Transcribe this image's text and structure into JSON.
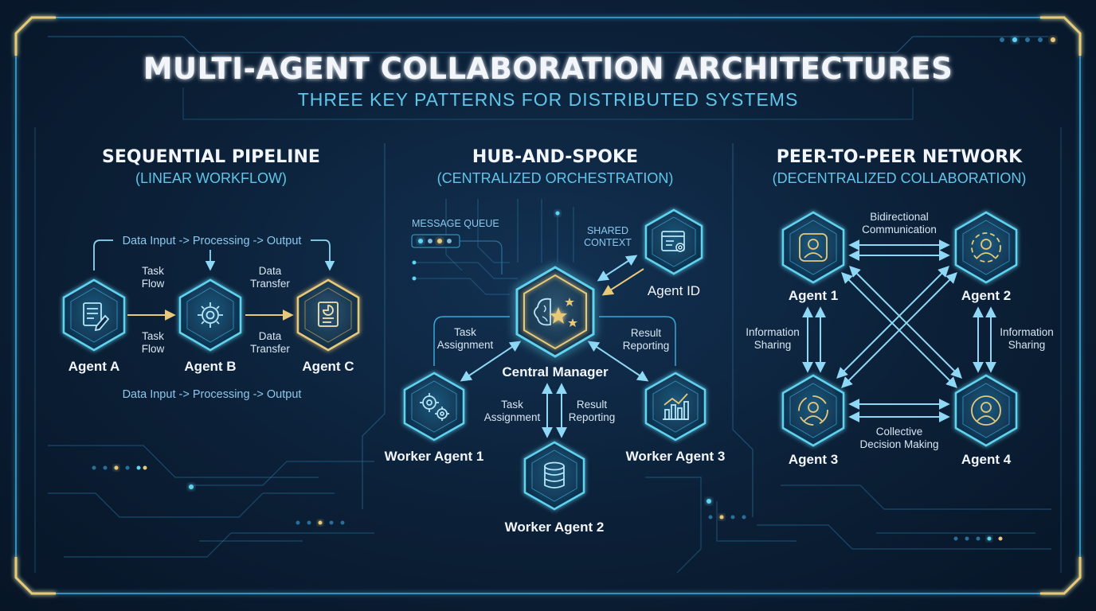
{
  "header": {
    "title": "MULTI-AGENT COLLABORATION ARCHITECTURES",
    "subtitle": "THREE KEY PATTERNS FOR DISTRIBUTED SYSTEMS"
  },
  "colors": {
    "accent_cyan": "#5fd3f0",
    "accent_gold": "#e8c97a",
    "text_white": "#f2f6fb",
    "text_blue": "#8cc8ec",
    "frame": "#3aa7d8"
  },
  "sequential": {
    "title": "SEQUENTIAL PIPELINE",
    "subtitle": "(LINEAR WORKFLOW)",
    "top_flow": "Data Input -> Processing -> Output",
    "bottom_flow": "Data Input -> Processing -> Output",
    "task_flow_top": [
      "Task",
      "Flow"
    ],
    "task_flow_bottom": [
      "Task",
      "Flow"
    ],
    "data_transfer_top": [
      "Data",
      "Transfer"
    ],
    "data_transfer_bottom": [
      "Data",
      "Transfer"
    ],
    "agent_a": "Agent A",
    "agent_b": "Agent B",
    "agent_c": "Agent C",
    "icons": [
      "document-edit-icon",
      "gear-icon",
      "report-icon"
    ]
  },
  "hub": {
    "title": "HUB-AND-SPOKE",
    "subtitle": "(CENTRALIZED ORCHESTRATION)",
    "message_queue": "MESSAGE QUEUE",
    "shared_context": [
      "SHARED",
      "CONTEXT"
    ],
    "agent_id": "Agent ID",
    "central_manager": "Central Manager",
    "task_assignment_left": [
      "Task",
      "Assignment"
    ],
    "result_reporting_right": [
      "Result",
      "Reporting"
    ],
    "task_assignment_mid": [
      "Task",
      "Assignment"
    ],
    "result_reporting_mid": [
      "Result",
      "Reporting"
    ],
    "worker_1": "Worker Agent 1",
    "worker_2": "Worker Agent 2",
    "worker_3": "Worker Agent 3",
    "icons": [
      "brain-star-icon",
      "gears-icon",
      "database-icon",
      "bar-chart-icon",
      "browser-settings-icon"
    ]
  },
  "p2p": {
    "title": "PEER-TO-PEER NETWORK",
    "subtitle": "(DECENTRALIZED COLLABORATION)",
    "bidirectional": [
      "Bidirectional",
      "Communication"
    ],
    "info_left": [
      "Information",
      "Sharing"
    ],
    "info_right": [
      "Information",
      "Sharing"
    ],
    "collective": [
      "Collective",
      "Decision Making"
    ],
    "agent_1": "Agent 1",
    "agent_2": "Agent 2",
    "agent_3": "Agent 3",
    "agent_4": "Agent 4",
    "icons": [
      "user-icon",
      "user-icon",
      "user-icon",
      "user-icon"
    ]
  }
}
